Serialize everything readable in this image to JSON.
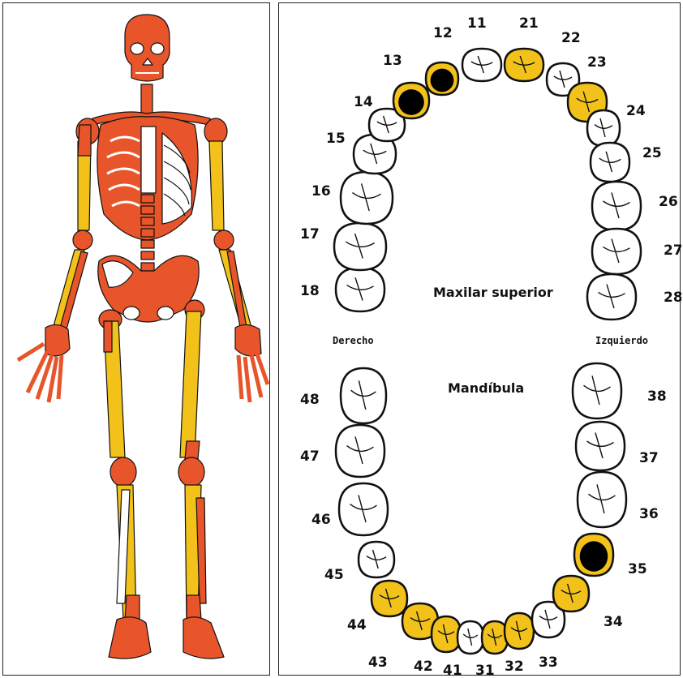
{
  "colors": {
    "affected": "#E8552B",
    "partial": "#F2C21B",
    "healthy": "#FFFFFF",
    "lesion": "#000000",
    "outline": "#111111"
  },
  "skeleton": {
    "icon": "human-skeleton-icon"
  },
  "dental_chart": {
    "maxilla_label": "Maxilar superior",
    "mandible_label": "Mandíbula",
    "right_label": "Derecho",
    "left_label": "Izquierdo",
    "teeth": [
      {
        "n": "18",
        "status": "healthy"
      },
      {
        "n": "17",
        "status": "healthy"
      },
      {
        "n": "16",
        "status": "healthy"
      },
      {
        "n": "15",
        "status": "healthy"
      },
      {
        "n": "14",
        "status": "healthy"
      },
      {
        "n": "13",
        "status": "partial-lesion"
      },
      {
        "n": "12",
        "status": "partial-lesion"
      },
      {
        "n": "11",
        "status": "healthy"
      },
      {
        "n": "21",
        "status": "partial"
      },
      {
        "n": "22",
        "status": "healthy"
      },
      {
        "n": "23",
        "status": "partial"
      },
      {
        "n": "24",
        "status": "healthy"
      },
      {
        "n": "25",
        "status": "healthy"
      },
      {
        "n": "26",
        "status": "healthy"
      },
      {
        "n": "27",
        "status": "healthy"
      },
      {
        "n": "28",
        "status": "healthy"
      },
      {
        "n": "48",
        "status": "healthy"
      },
      {
        "n": "47",
        "status": "healthy"
      },
      {
        "n": "46",
        "status": "healthy"
      },
      {
        "n": "45",
        "status": "healthy"
      },
      {
        "n": "44",
        "status": "partial"
      },
      {
        "n": "43",
        "status": "partial"
      },
      {
        "n": "42",
        "status": "partial"
      },
      {
        "n": "41",
        "status": "healthy"
      },
      {
        "n": "31",
        "status": "partial"
      },
      {
        "n": "32",
        "status": "partial"
      },
      {
        "n": "33",
        "status": "healthy"
      },
      {
        "n": "34",
        "status": "partial"
      },
      {
        "n": "35",
        "status": "partial-lesion"
      },
      {
        "n": "36",
        "status": "healthy"
      },
      {
        "n": "37",
        "status": "healthy"
      },
      {
        "n": "38",
        "status": "healthy"
      }
    ]
  }
}
